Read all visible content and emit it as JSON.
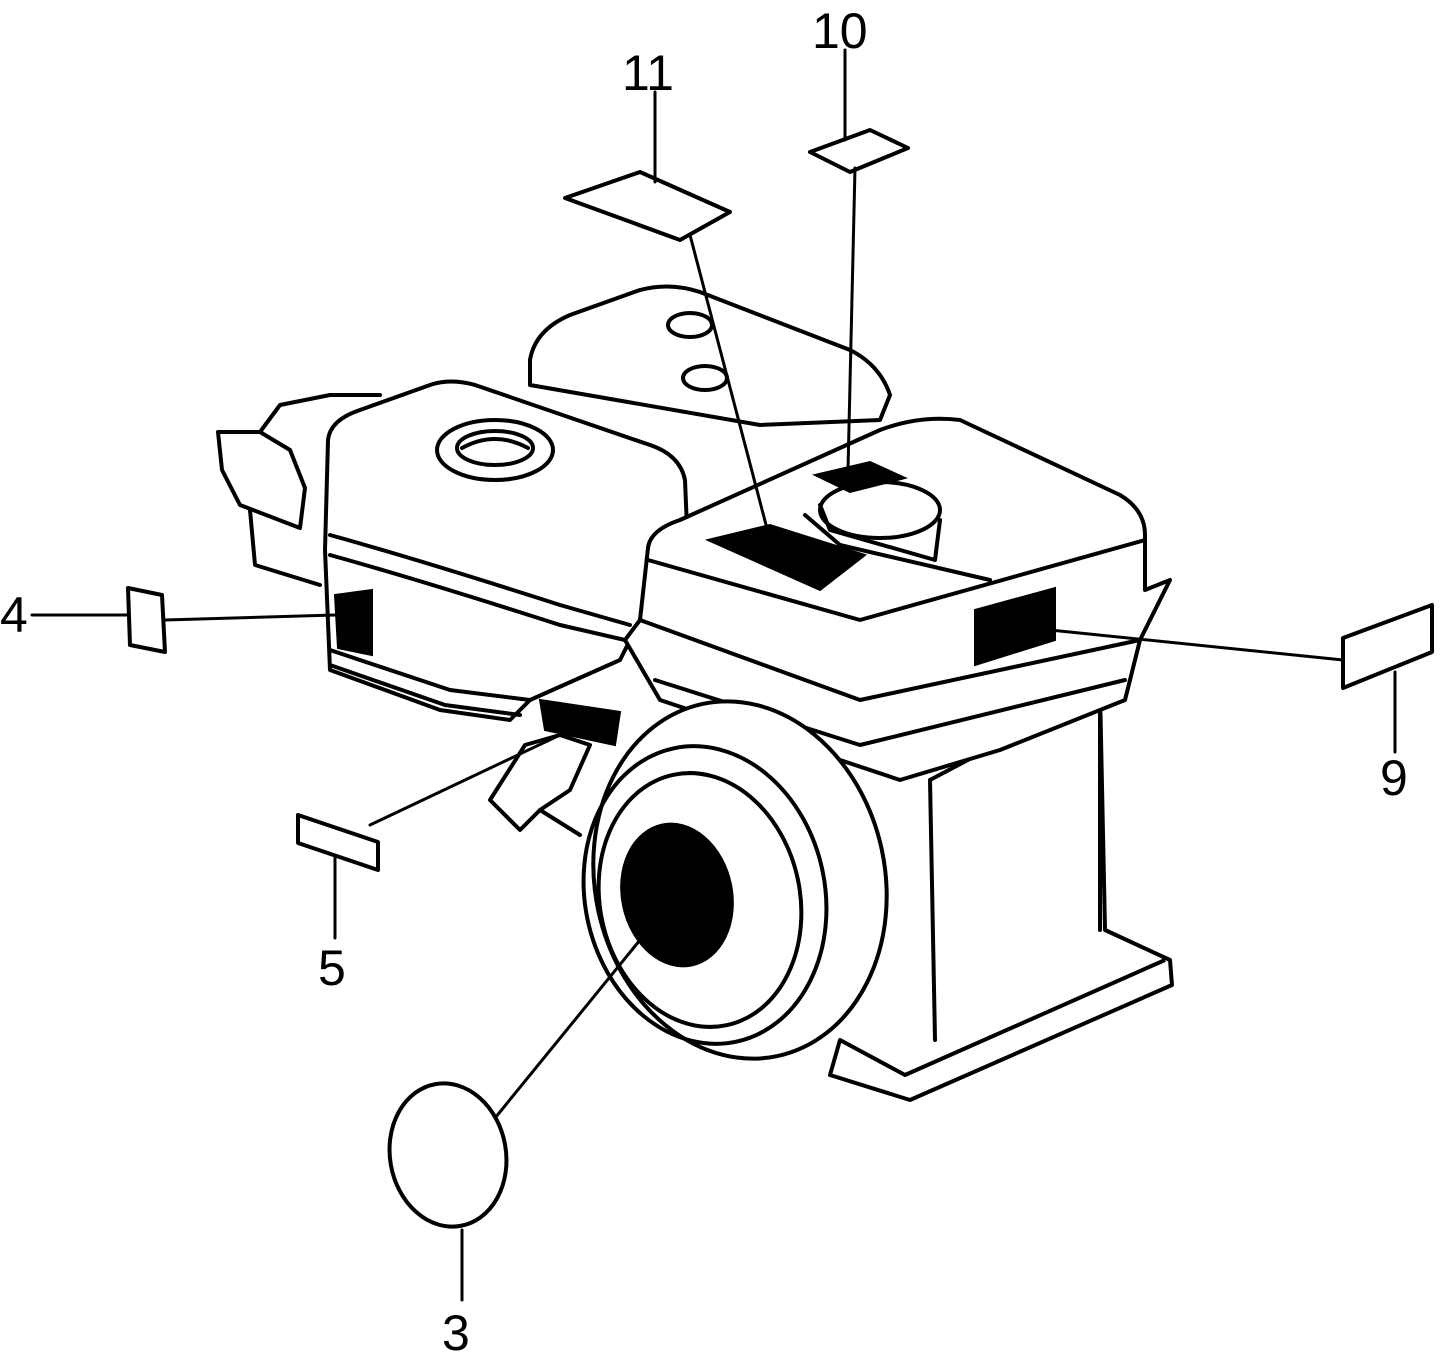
{
  "callouts": [
    {
      "id": "c3",
      "label": "3"
    },
    {
      "id": "c4",
      "label": "4"
    },
    {
      "id": "c5",
      "label": "5"
    },
    {
      "id": "c9",
      "label": "9"
    },
    {
      "id": "c10",
      "label": "10"
    },
    {
      "id": "c11",
      "label": "11"
    }
  ]
}
